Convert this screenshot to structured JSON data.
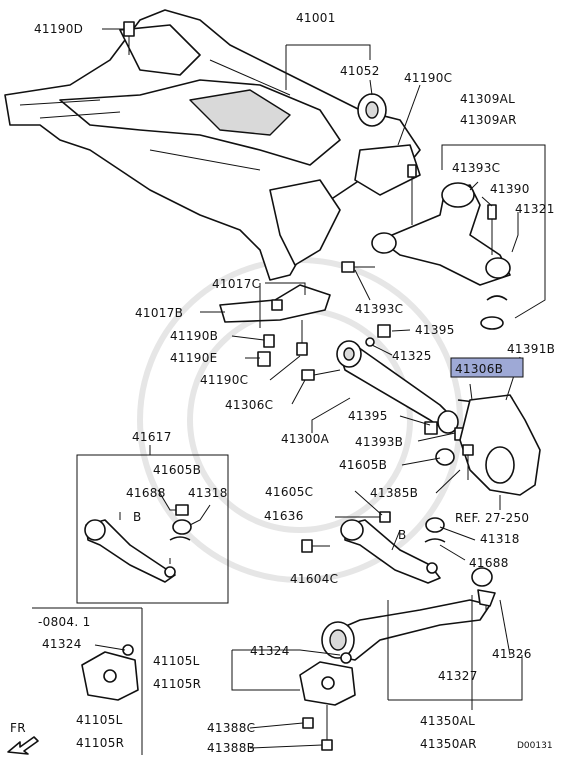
{
  "labels": {
    "p41190D": "41190D",
    "p41001": "41001",
    "p41052": "41052",
    "p41190C_top": "41190C",
    "p41309AL": "41309AL",
    "p41309AR": "41309AR",
    "p41393C_top": "41393C",
    "p41390": "41390",
    "p41321": "41321",
    "p41017C": "41017C",
    "p41017B": "41017B",
    "p41190B": "41190B",
    "p41190E": "41190E",
    "p41190C_mid": "41190C",
    "p41306C": "41306C",
    "p41393C_mid": "41393C",
    "p41395_a": "41395",
    "p41325": "41325",
    "p41306B": "41306B",
    "p41391B": "41391B",
    "p41395_b": "41395",
    "p41300A": "41300A",
    "p41393B": "41393B",
    "p41617": "41617",
    "p41605B_box": "41605B",
    "p41688_box": "41688",
    "p41318_box": "41318",
    "p41605B": "41605B",
    "p41605C": "41605C",
    "p41385B": "41385B",
    "p41636": "41636",
    "ref": "REF. 27-250",
    "p41318": "41318",
    "p41604C": "41604C",
    "p41688": "41688",
    "bound": "-0804. 1",
    "p41324_box": "41324",
    "p41105L_box": "41105L",
    "p41105R_box": "41105R",
    "p41105L": "41105L",
    "p41105R": "41105R",
    "p41324": "41324",
    "p41326": "41326",
    "p41327": "41327",
    "p41388C": "41388C",
    "p41388B": "41388B",
    "p41350AL": "41350AL",
    "p41350AR": "41350AR",
    "fr": "FR",
    "b1": "B",
    "b2": "B",
    "code": "D00131"
  },
  "colors": {
    "highlight": "#9ea9d6",
    "line": "#111111",
    "shade": "#d9d9d9"
  }
}
